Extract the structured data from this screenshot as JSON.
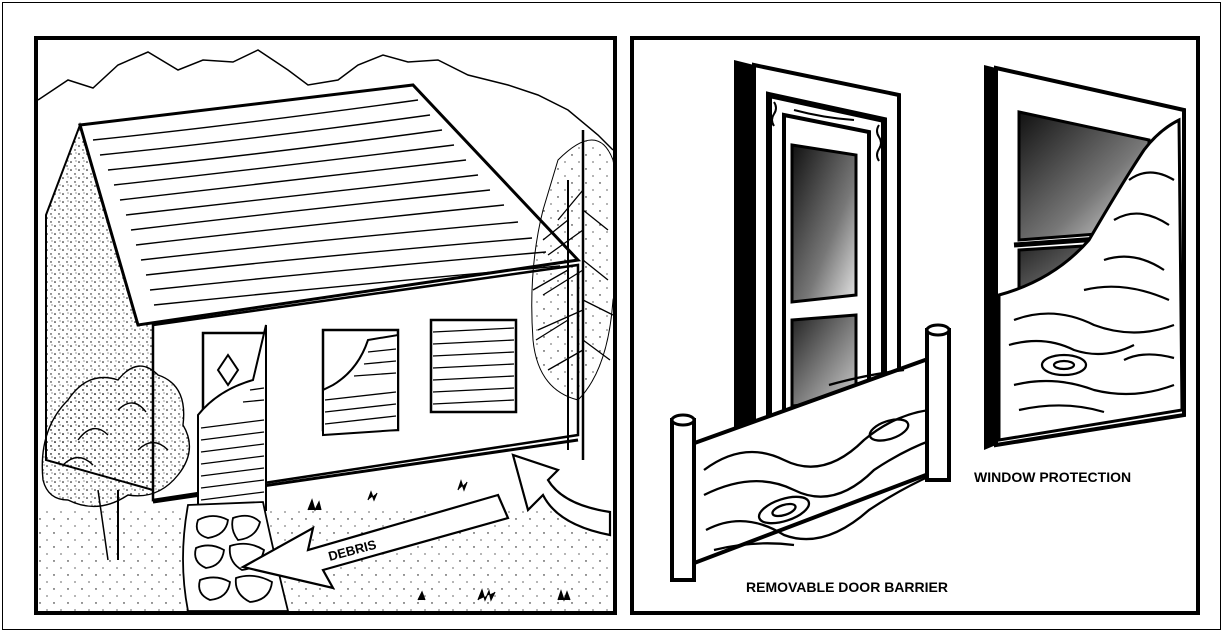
{
  "left_illustration": {
    "debris_label": "DEBRIS"
  },
  "right_illustration": {
    "window_label": "WINDOW PROTECTION",
    "door_label": "REMOVABLE DOOR BARRIER"
  },
  "colors": {
    "ink": "#000000",
    "paper": "#ffffff",
    "glass_dark": "#1a1a1a",
    "glass_light": "#d9d9d9"
  }
}
